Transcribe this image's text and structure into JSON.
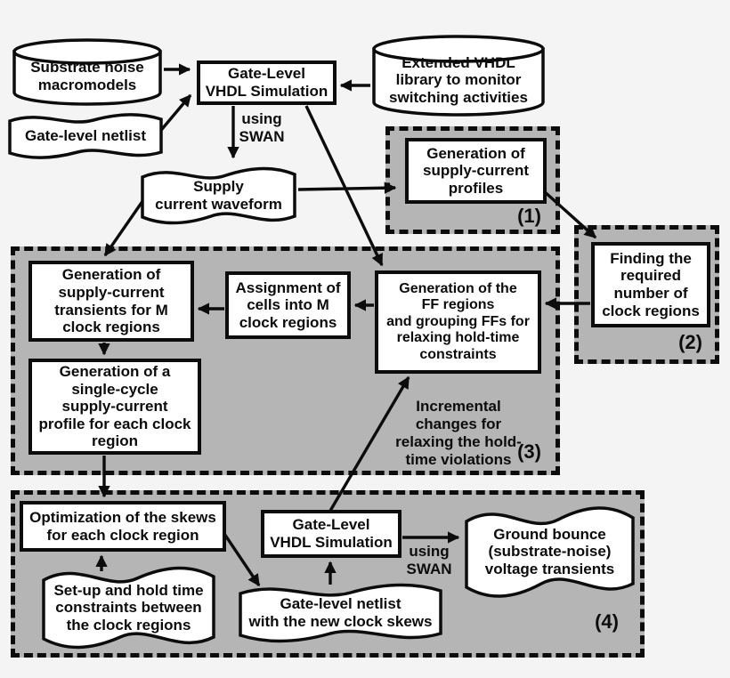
{
  "colors": {
    "background": "#f4f4f4",
    "region_fill": "#b5b5b5",
    "node_fill": "#ffffff",
    "stroke": "#0c0c0c"
  },
  "nodes": {
    "substrate_macromodels": {
      "label": "Substrate noise\nmacromodels",
      "shape": "cylinder"
    },
    "gate_netlist": {
      "label": "Gate-level netlist",
      "shape": "tape"
    },
    "top_sim": {
      "label": "Gate-Level\nVHDL Simulation",
      "shape": "rect"
    },
    "extended_lib": {
      "label": "Extended VHDL\nlibrary to monitor\nswitching activities",
      "shape": "cylinder"
    },
    "supply_waveform": {
      "label": "Supply\ncurrent waveform",
      "shape": "tape"
    },
    "gen_profiles": {
      "label": "Generation of\nsupply-current\nprofiles",
      "shape": "rect"
    },
    "finding_regions": {
      "label": "Finding the\nrequired\nnumber of\nclock regions",
      "shape": "rect"
    },
    "gen_transients": {
      "label": "Generation of\nsupply-current\ntransients for M\nclock regions",
      "shape": "rect"
    },
    "assignment_cells": {
      "label": "Assignment of\ncells into M\nclock regions",
      "shape": "rect"
    },
    "gen_ff_regions": {
      "label": "Generation of the\nFF regions\nand grouping FFs for\nrelaxing hold-time\nconstraints",
      "shape": "rect"
    },
    "gen_single_cycle": {
      "label": "Generation of a\nsingle-cycle\nsupply-current\nprofile for each clock\nregion",
      "shape": "rect"
    },
    "optimization_skews": {
      "label": "Optimization of the skews\nfor each clock region",
      "shape": "rect"
    },
    "bottom_sim": {
      "label": "Gate-Level\nVHDL Simulation",
      "shape": "rect"
    },
    "setup_hold": {
      "label": "Set-up and hold time\nconstraints between\nthe clock regions",
      "shape": "tape"
    },
    "netlist_new_skews": {
      "label": "Gate-level netlist\nwith the new clock skews",
      "shape": "tape"
    },
    "ground_bounce": {
      "label": "Ground bounce\n(substrate-noise)\nvoltage transients",
      "shape": "tape"
    }
  },
  "annotations": {
    "using_swan_top": "using\nSWAN",
    "using_swan_bottom": "using\nSWAN",
    "incremental": "Incremental\nchanges for\nrelaxing the hold-\ntime violations"
  },
  "regions": {
    "r1": {
      "label": "(1)"
    },
    "r2": {
      "label": "(2)"
    },
    "r3": {
      "label": "(3)"
    },
    "r4": {
      "label": "(4)"
    }
  }
}
